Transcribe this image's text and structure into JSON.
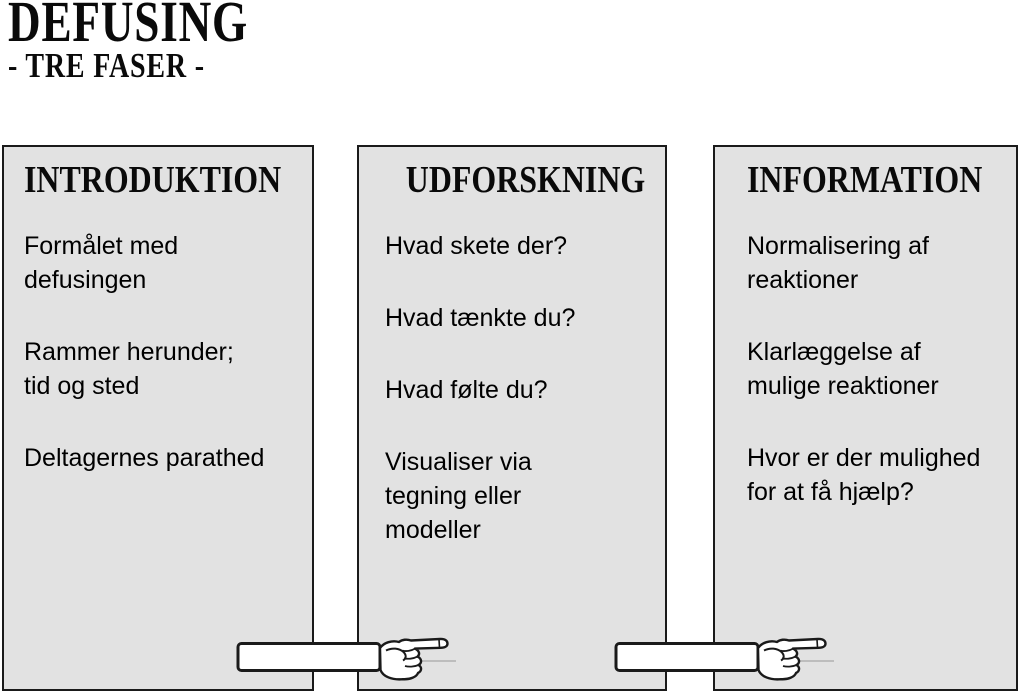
{
  "title": "DEFUSING",
  "subtitle": "- TRE FASER -",
  "columns": [
    {
      "header": "INTRODUKTION",
      "items": [
        "Formålet med\ndefusingen",
        "Rammer herunder;\ntid og sted",
        "Deltagernes parathed"
      ]
    },
    {
      "header": "UDFORSKNING",
      "items": [
        "Hvad skete der?",
        "Hvad tænkte du?",
        "Hvad følte du?",
        "Visualiser via\ntegning eller\nmodeller"
      ]
    },
    {
      "header": "INFORMATION",
      "items": [
        "Normalisering af\nreaktioner",
        "Klarlæggelse af\nmulige reaktioner",
        "Hvor er der mulighed\nfor at få hjælp?"
      ]
    }
  ],
  "icons": {
    "hand": "pointing-hand-right-icon"
  },
  "colors": {
    "page_bg": "#ffffff",
    "box_bg": "#e2e2e2",
    "box_border": "#1a1a1a",
    "text": "#000000",
    "motion_line": "#bdbdbd"
  }
}
